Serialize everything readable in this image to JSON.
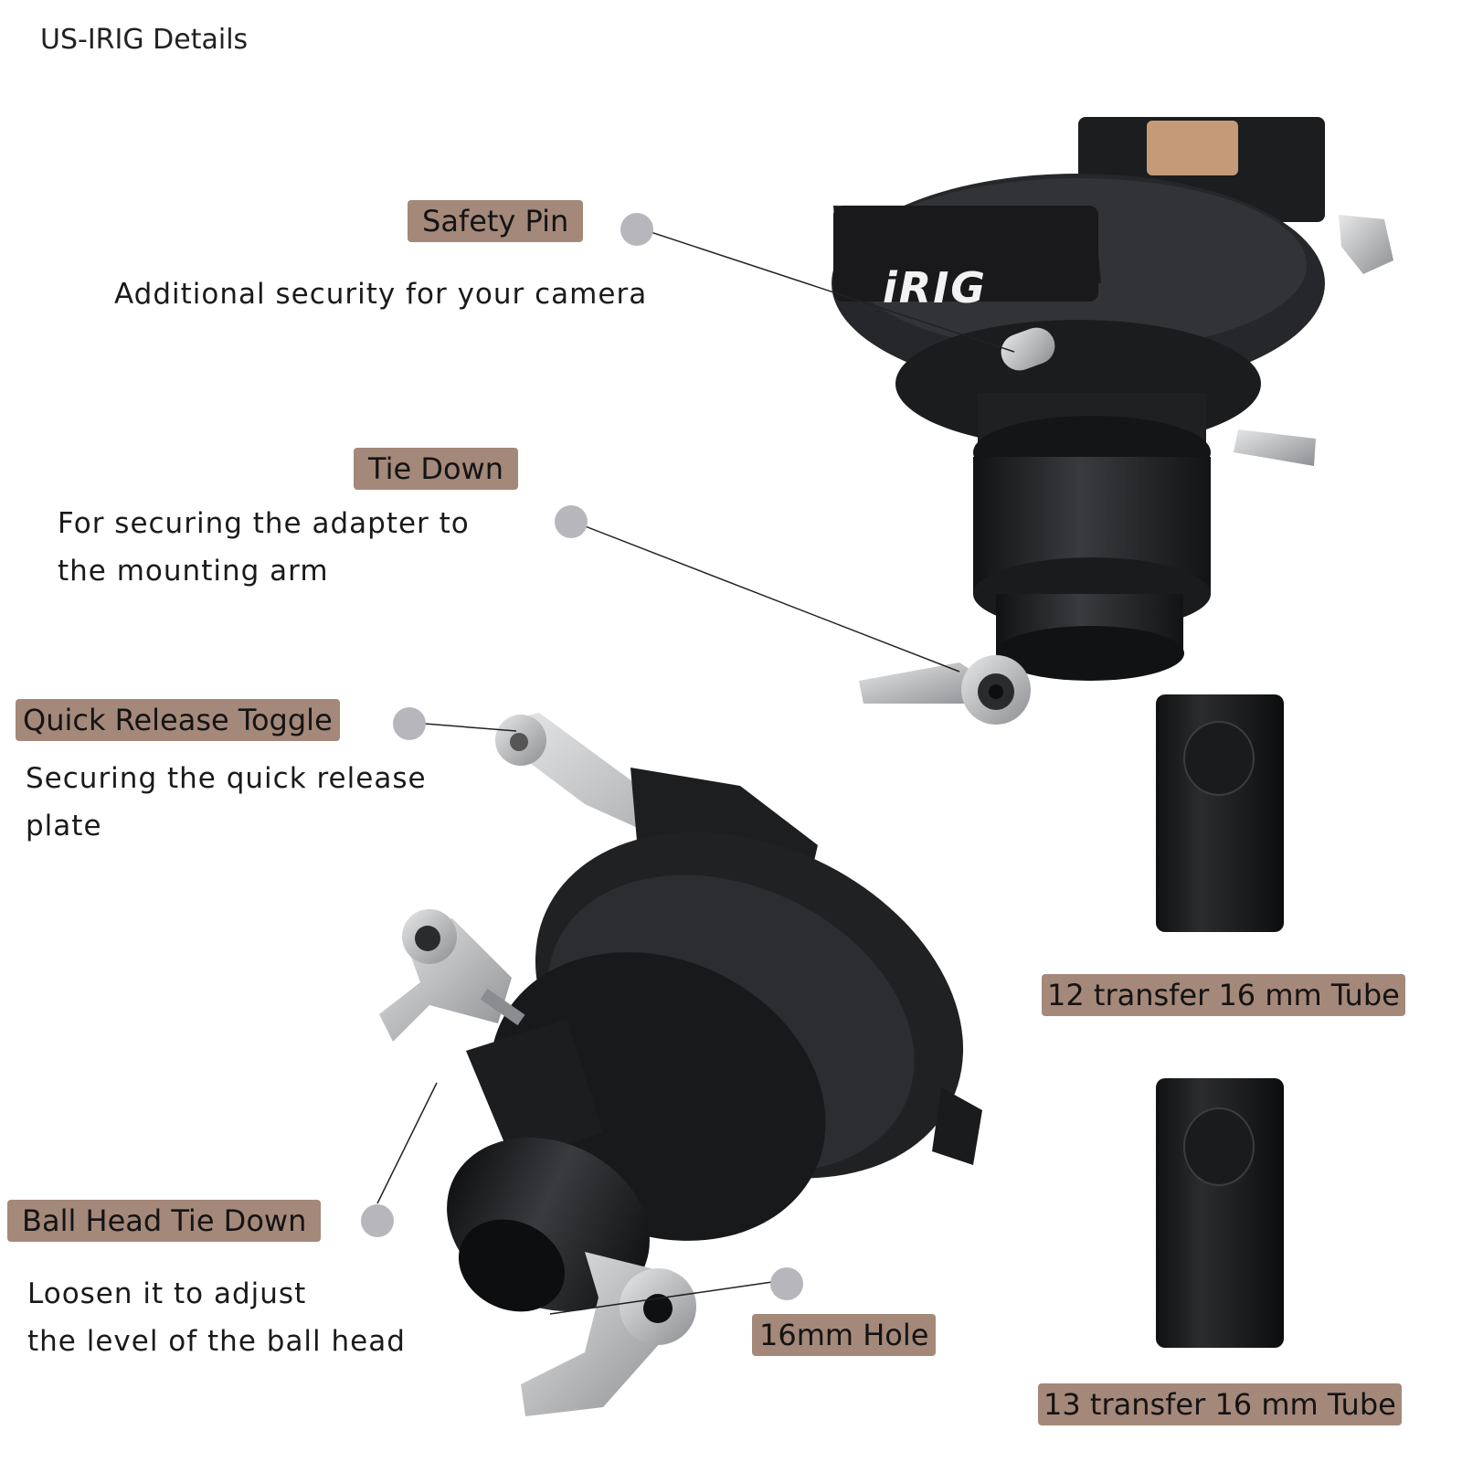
{
  "title": "US-IRIG Details",
  "brand_logo": "iRIG",
  "callouts": {
    "safety_pin": {
      "label": "Safety Pin",
      "description": "Additional security for your camera"
    },
    "tie_down": {
      "label": "Tie Down",
      "description_lines": [
        "For securing the adapter to",
        "the mounting arm"
      ]
    },
    "quick_release": {
      "label": "Quick Release Toggle",
      "description_lines": [
        "Securing the quick release",
        "plate"
      ]
    },
    "ball_head": {
      "label": "Ball Head Tie Down",
      "description_lines": [
        "Loosen it to adjust",
        "the level of the ball head"
      ]
    },
    "hole": {
      "label": "16mm Hole"
    }
  },
  "tubes": [
    {
      "label": "12 transfer 16 mm Tube"
    },
    {
      "label": "13 transfer 16 mm Tube"
    }
  ],
  "colors": {
    "label_bg": "#a4887a",
    "dot": "#b6b6bc",
    "body_metal": "#1f2022",
    "silver": "#c4c6c8",
    "brass": "#c49a78"
  }
}
